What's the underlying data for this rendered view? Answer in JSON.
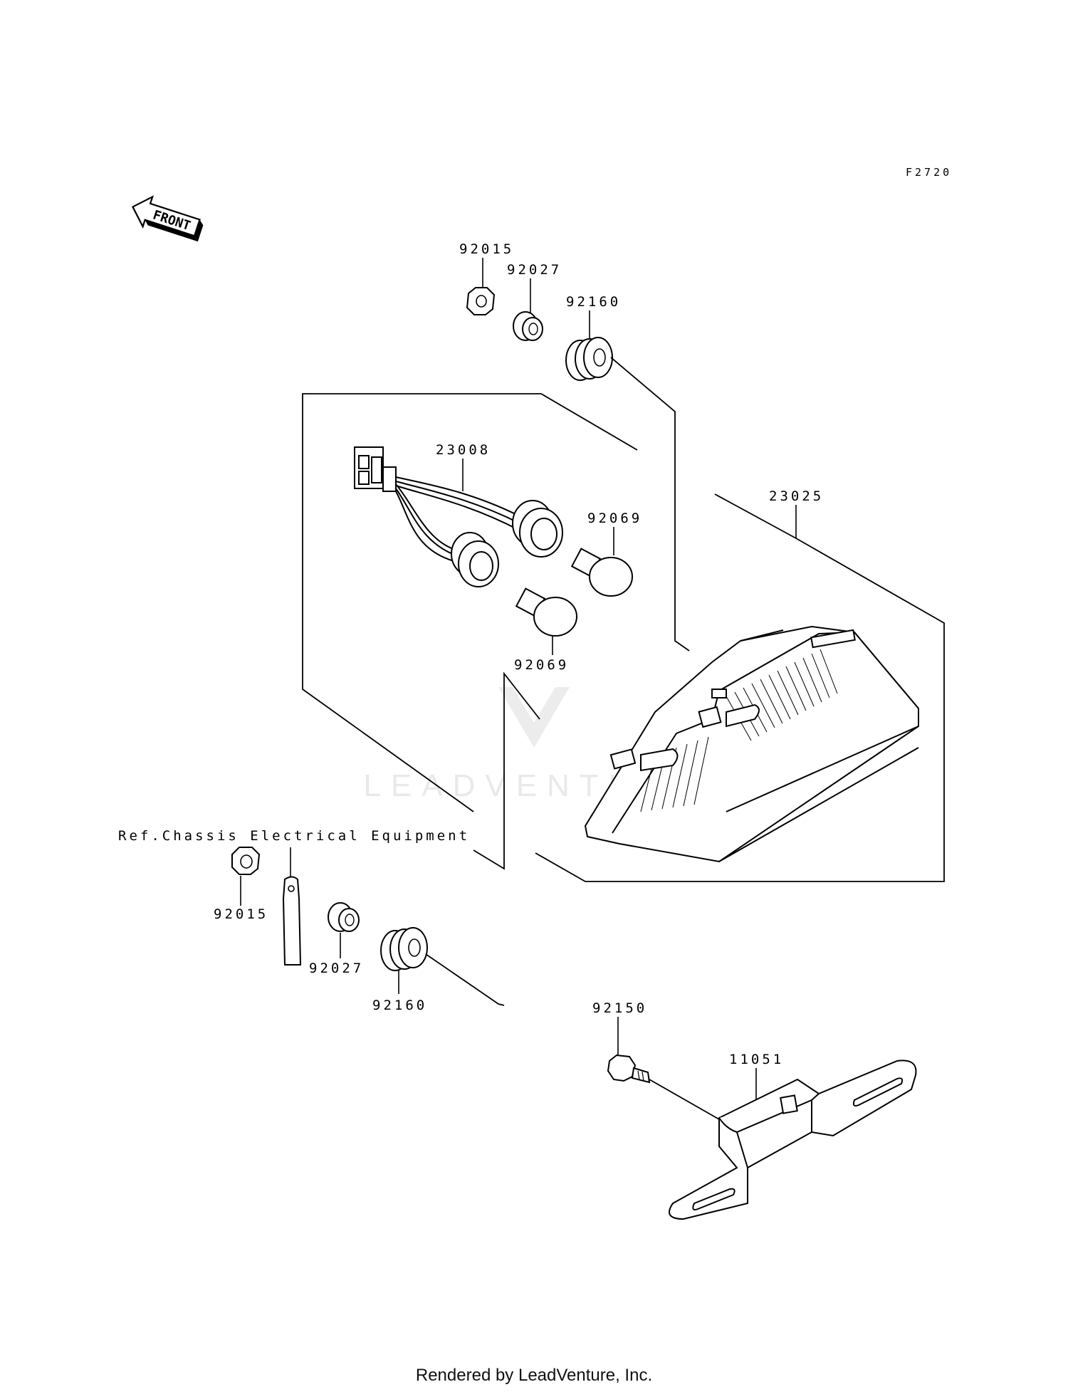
{
  "diagram_code": "F2720",
  "front_arrow_label": "FRONT",
  "reference_note": "Ref.Chassis Electrical Equipment",
  "watermark": "LEADVENTURE",
  "footer": "Rendered by LeadVenture, Inc.",
  "colors": {
    "line": "#000000",
    "background": "#ffffff",
    "watermark": "#e9e9e9"
  },
  "parts": {
    "p92015_top": "92015",
    "p92027_top": "92027",
    "p92160_top": "92160",
    "p23008": "23008",
    "p23025": "23025",
    "p92069_a": "92069",
    "p92069_b": "92069",
    "p92015_bottom": "92015",
    "p92027_bottom": "92027",
    "p92160_bottom": "92160",
    "p92150": "92150",
    "p11051": "11051"
  }
}
